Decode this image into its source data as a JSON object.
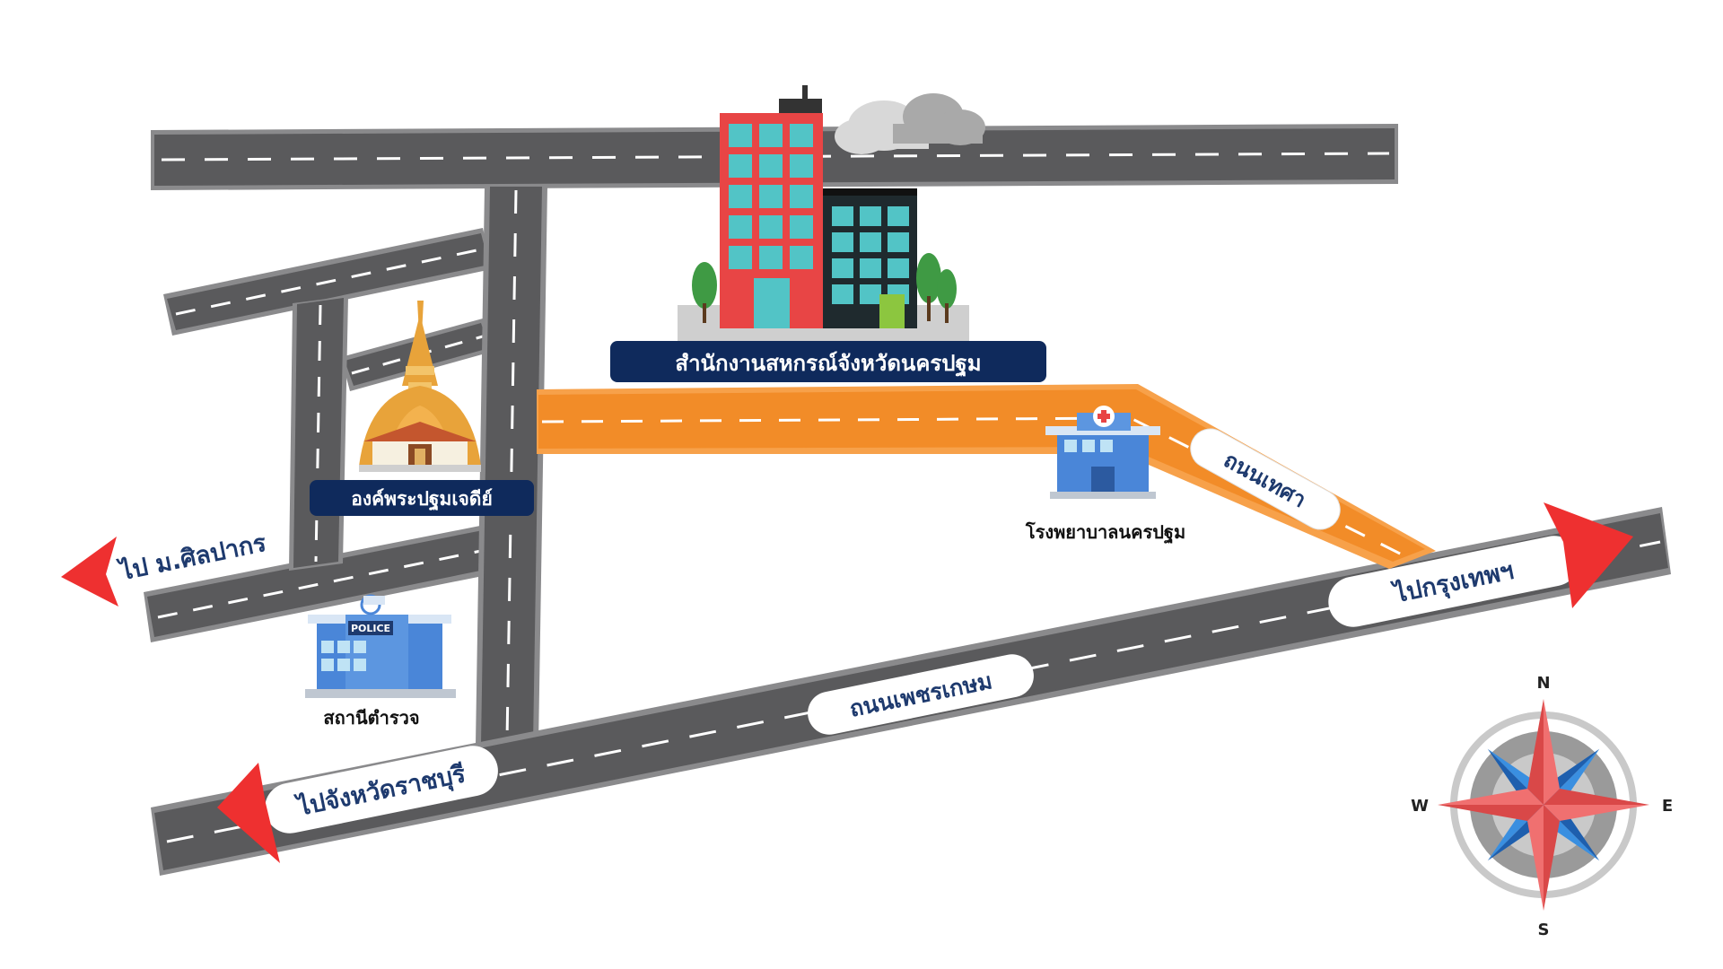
{
  "labels": {
    "office": "สำนักงานสหกรณ์จังหวัดนครปฐม",
    "temple": "องค์พระปฐมเจดีย์",
    "hospital": "โรงพยาบาลนครปฐม",
    "police_station": "สถานีตำรวจ",
    "police_sign": "POLICE"
  },
  "roads": {
    "thesa": "ถนนเทศา",
    "phetkasem": "ถนนเพชรเกษม"
  },
  "directions": {
    "silpakorn": "ไป ม.ศิลปากร",
    "bangkok": "ไปกรุงเทพฯ",
    "ratchaburi": "ไปจังหวัดราชบุรี"
  },
  "compass": {
    "north": "N",
    "south": "S",
    "east": "E",
    "west": "W"
  },
  "colors": {
    "road": "#5a5a5c",
    "road_edge": "#8a8a8c",
    "route": "#f28c28",
    "label_bg": "#0f2a5c",
    "arrow": "#ee3030",
    "building_red": "#e84545",
    "building_dark": "#1f2a2e",
    "window": "#52c4c6",
    "temple_gold": "#e8a33a"
  }
}
